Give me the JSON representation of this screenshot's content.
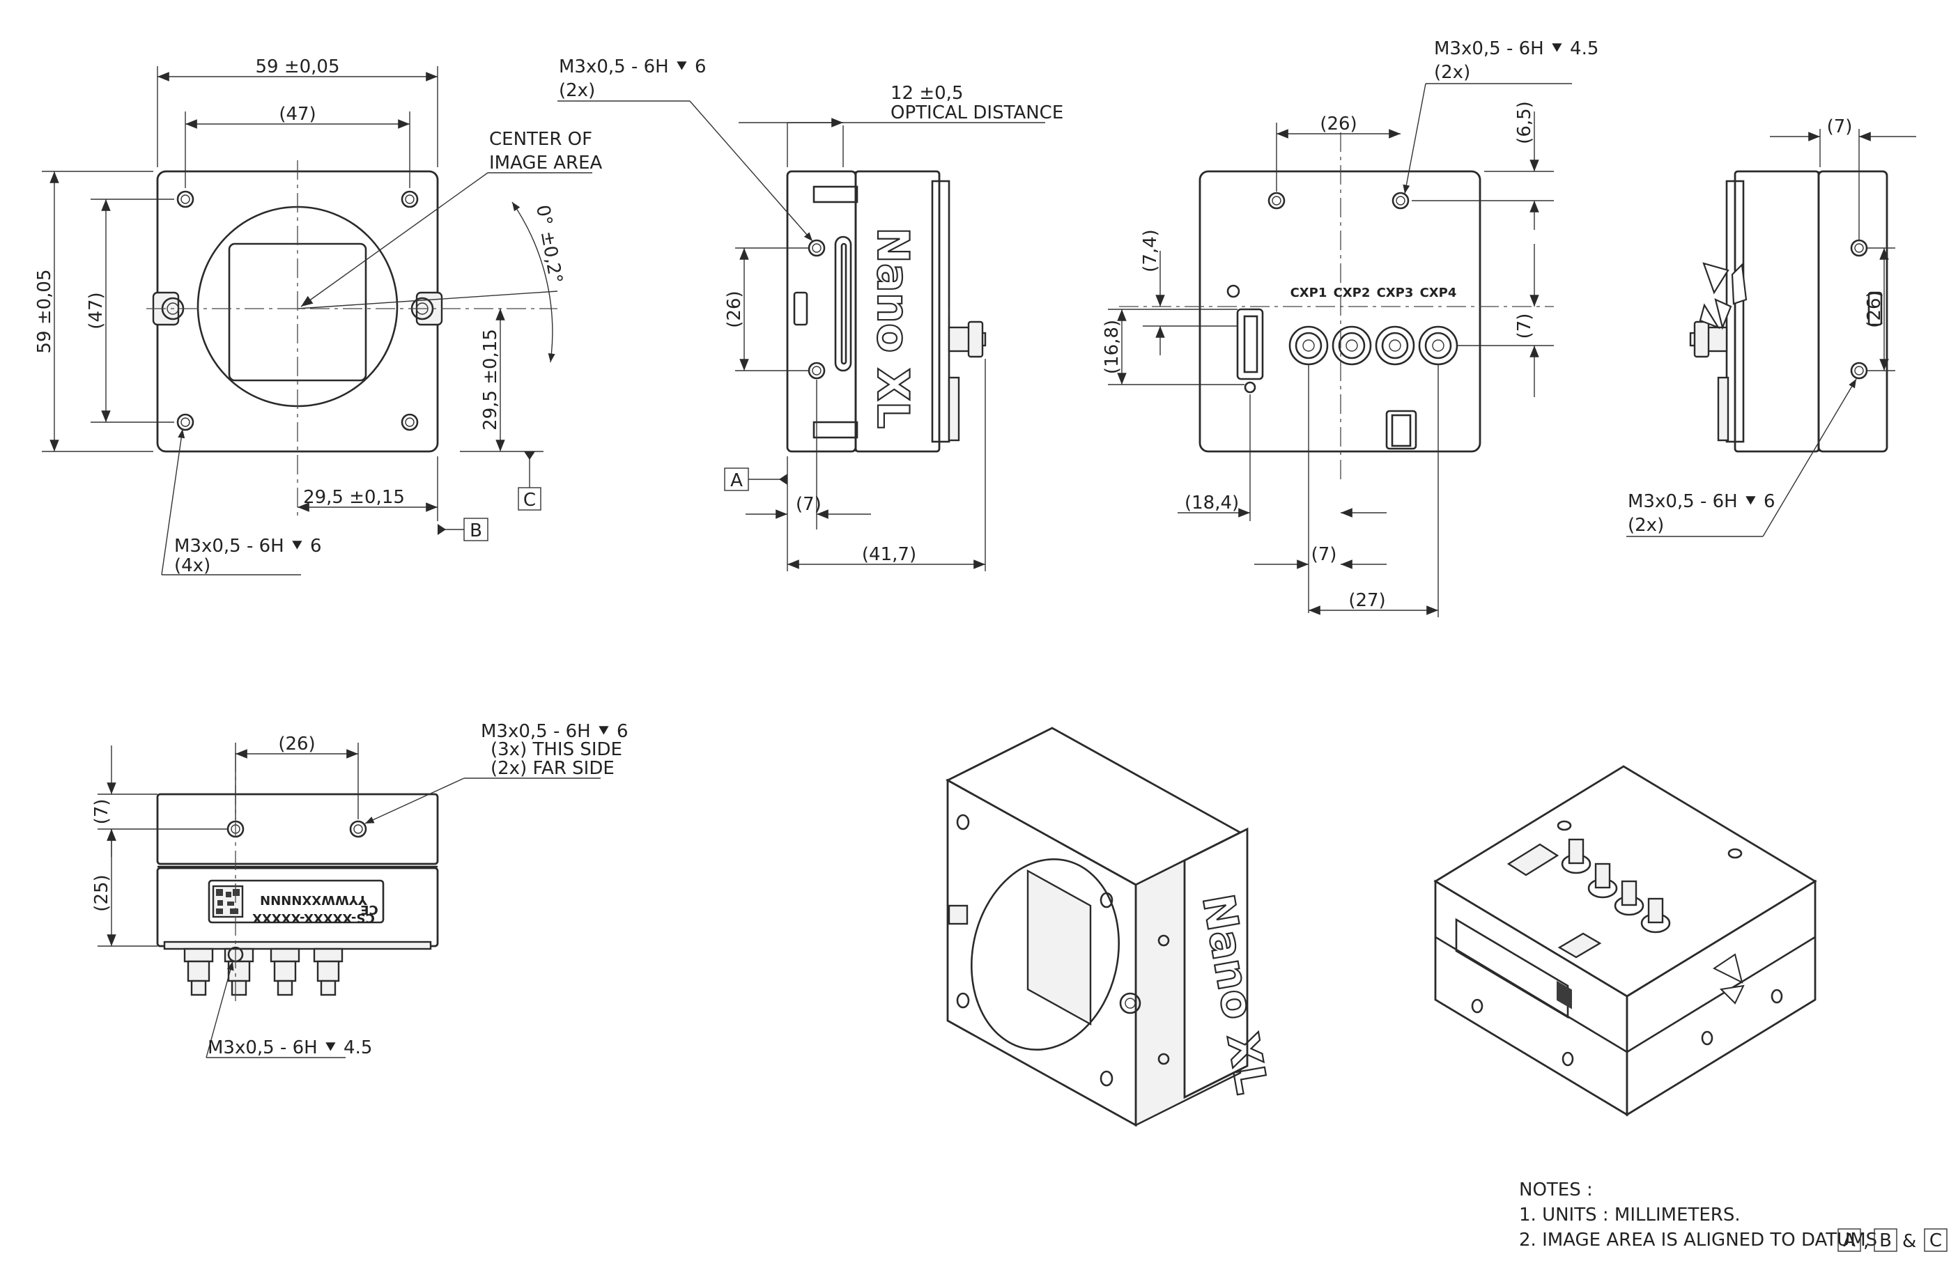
{
  "front_view": {
    "width_dim": "59 ±0,05",
    "hole_spacing_top": "(47)",
    "height_dim": "59 ±0,05",
    "hole_spacing_side": "(47)",
    "center_label_1": "CENTER OF",
    "center_label_2": "IMAGE AREA",
    "angle": "0° ±0,2°",
    "vertical_offset": "29,5 ±0,15",
    "horizontal_offset": "29,5 ±0,15",
    "datum_b": "B",
    "datum_c": "C",
    "thread_spec": "M3x0,5 -  6H ⯆ 6",
    "thread_qty": "(4x)"
  },
  "side_view_left": {
    "thread_spec": "M3x0,5 - 6H ⯆ 6",
    "thread_qty": "(2x)",
    "optical_1": "12 ±0,5",
    "optical_2": "OPTICAL DISTANCE",
    "hole_spacing": "(26)",
    "datum_a": "A",
    "offset": "(7)",
    "depth": "(41,7)",
    "brand": "Nano XL"
  },
  "rear_view": {
    "thread_spec": "M3x0,5 - 6H ⯆ 4.5",
    "thread_qty": "(2x)",
    "hole_spacing": "(26)",
    "top_offset": "(6,5)",
    "conn_offset": "(7,4)",
    "conn_height": "(16,8)",
    "right_offset": "(7)",
    "left_offset": "(18,4)",
    "bottom_offset": "(7)",
    "bottom_span": "(27)",
    "ports": [
      "CXP1",
      "CXP2",
      "CXP3",
      "CXP4"
    ]
  },
  "side_view_right": {
    "top_offset": "(7)",
    "hole_spacing": "(26)",
    "thread_spec": "M3x0,5 - 6H ⯆ 6",
    "thread_qty": "(2x)"
  },
  "top_view": {
    "hole_spacing": "(26)",
    "top_offset": "(7)",
    "height": "(25)",
    "thread_spec": "M3x0,5 - 6H ⯆ 6",
    "this_side": "(3x) THIS SIDE",
    "far_side": "(2x) FAR SIDE",
    "bottom_thread": "M3x0,5 - 6H ⯆ 4.5",
    "label_line_1": "YYWWXXNNNN",
    "label_line_2": "CS-XXXXX-XXXXX",
    "ce_mark": "CE"
  },
  "iso_front": {
    "brand": "Nano XL"
  },
  "notes": {
    "heading": "NOTES :",
    "note_1": "1. UNITS : MILLIMETERS.",
    "note_2_prefix": "2. IMAGE AREA IS ALIGNED TO DATUMS",
    "datum_a": "A",
    "datum_b": "B",
    "datum_c": "C",
    "sep_1": ",",
    "sep_2": "&"
  }
}
